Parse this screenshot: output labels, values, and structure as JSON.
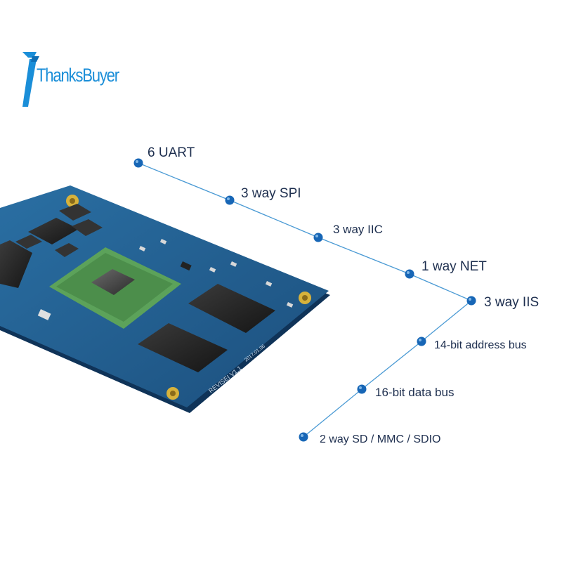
{
  "brand": {
    "name": "ThanksBuyer",
    "color": "#1a8ed8"
  },
  "colors": {
    "line": "#4a9ad4",
    "dot": "#1766b6",
    "board": "#1f5a8c",
    "text": "#1e2f4f"
  },
  "board_silkscreen": {
    "version_label": "REVISEI V1.1",
    "date": "2017.01.06"
  },
  "features_upper": [
    {
      "label": "6 UART"
    },
    {
      "label": "3 way SPI"
    },
    {
      "label": "3 way IIC"
    },
    {
      "label": "1 way NET"
    },
    {
      "label": "3 way IIS"
    }
  ],
  "features_lower": [
    {
      "label": "14-bit address bus"
    },
    {
      "label": "16-bit data bus"
    },
    {
      "label": "2 way SD / MMC / SDIO"
    }
  ]
}
